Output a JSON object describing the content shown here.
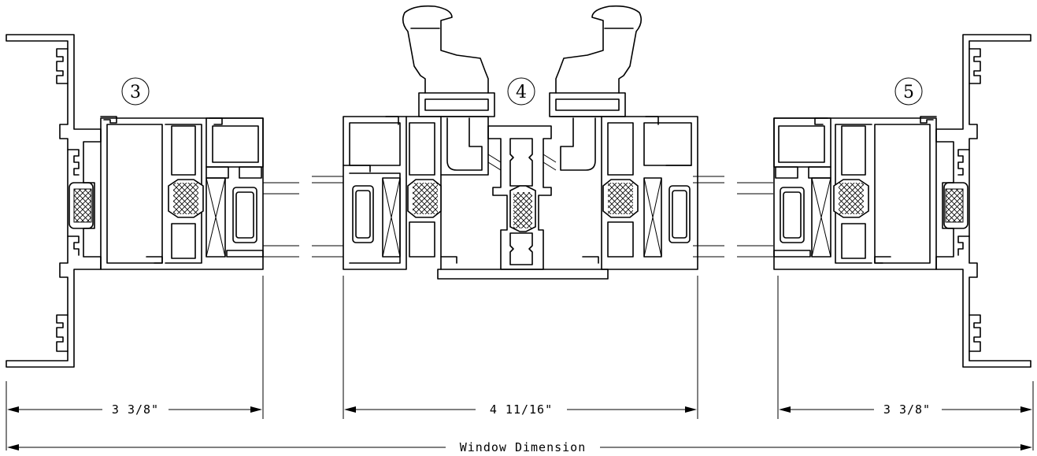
{
  "callouts": {
    "left": "3",
    "center": "4",
    "right": "5"
  },
  "dimensions": {
    "left_width": "3 3/8\"",
    "center_width": "4 11/16\"",
    "right_width": "3 3/8\"",
    "overall": "Window Dimension"
  },
  "icons": {
    "left_handle": "window-handle-icon",
    "right_handle": "window-handle-icon"
  }
}
